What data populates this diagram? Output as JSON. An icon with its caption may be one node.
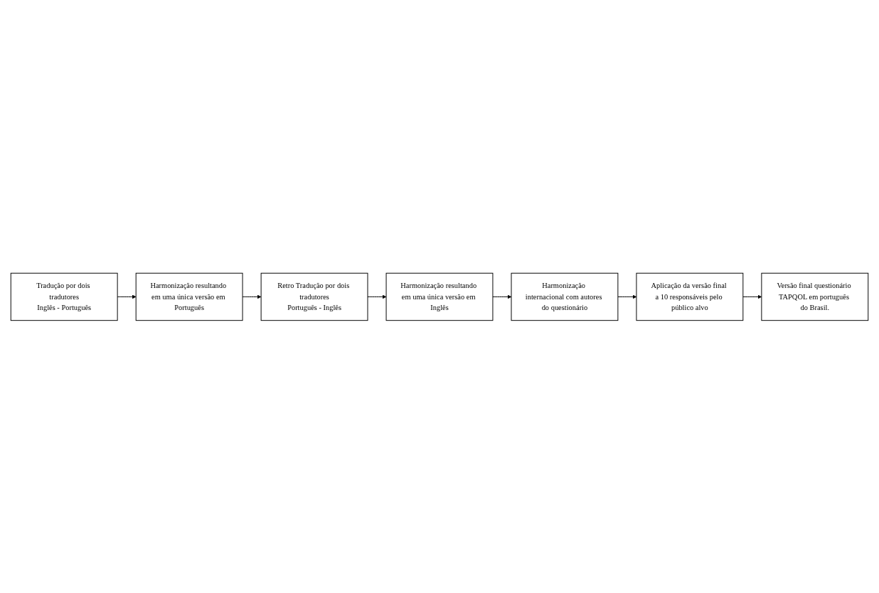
{
  "diagram": {
    "nodes": [
      {
        "text": [
          "Tradução por dois tradutores",
          "Inglês - Português"
        ]
      },
      {
        "text": [
          "Harmonização resultando em uma única versão em Português"
        ]
      },
      {
        "text": [
          "Retro Tradução por dois tradutores",
          "Português - Inglês"
        ]
      },
      {
        "text": [
          "Harmonização resultando em uma única versão em Inglês"
        ]
      },
      {
        "text": [
          "Harmonização internacional com autores do questionário"
        ]
      },
      {
        "text": [
          "Aplicação da versão final a 10 responsáveis pelo público alvo"
        ]
      },
      {
        "text": [
          "Versão final questionário TAPQOL em português do Brasil."
        ]
      }
    ],
    "edges": [
      {
        "from": 0,
        "to": 1,
        "arrow": "to"
      },
      {
        "from": 1,
        "to": 2,
        "arrow": "to"
      },
      {
        "from": 2,
        "to": 3,
        "arrow": "to"
      },
      {
        "from": 3,
        "to": 4,
        "arrow": "to"
      },
      {
        "from": 4,
        "to": 5,
        "arrow": "to"
      },
      {
        "from": 5,
        "to": 6,
        "arrow": "to"
      }
    ]
  }
}
